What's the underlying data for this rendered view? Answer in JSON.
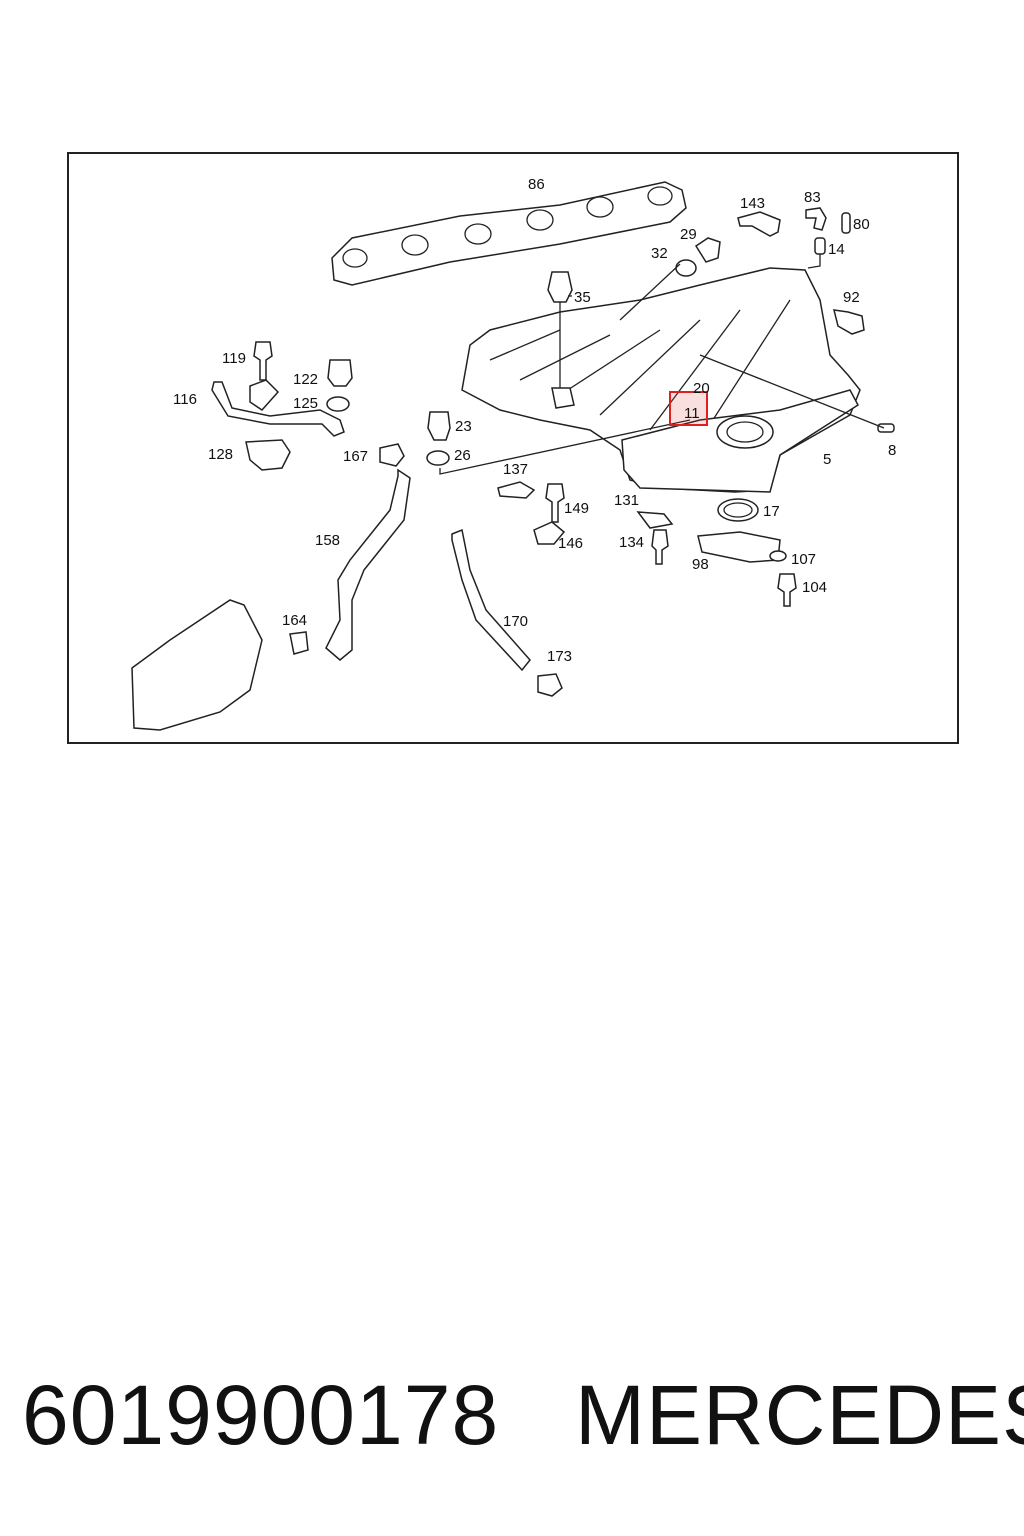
{
  "diagram": {
    "callouts": {
      "c86": "86",
      "c143": "143",
      "c83": "83",
      "c80": "80",
      "c14": "14",
      "c29": "29",
      "c32": "32",
      "c35": "35",
      "c92": "92",
      "c119": "119",
      "c122": "122",
      "c116": "116",
      "c125": "125",
      "c20": "20",
      "c11": "11",
      "c8": "8",
      "c23": "23",
      "c128": "128",
      "c167": "167",
      "c26": "26",
      "c5": "5",
      "c137": "137",
      "c149": "149",
      "c131": "131",
      "c17": "17",
      "c158": "158",
      "c146": "146",
      "c134": "134",
      "c107": "107",
      "c98": "98",
      "c104": "104",
      "c164": "164",
      "c170": "170",
      "c173": "173"
    },
    "highlighted_callout": "11",
    "highlight_color": "#e02020"
  },
  "footer": {
    "part_number": "6019900178",
    "brand": "MERCEDES"
  }
}
